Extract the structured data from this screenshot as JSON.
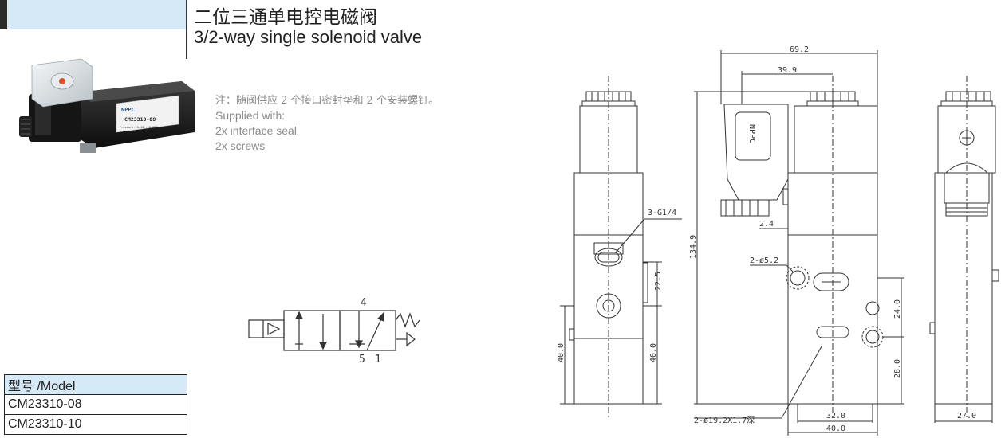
{
  "title": {
    "cn": "二位三通单电控电磁阀",
    "en": "3/2-way single solenoid valve"
  },
  "notes": {
    "cn": "注：随阀供应 2 个接口密封垫和 2 个安装螺钉。",
    "lines": [
      "Supplied with:",
      "2x interface seal",
      "2x screws"
    ]
  },
  "product": {
    "brand": "NPPC",
    "label_model": "CM23310-08",
    "label_sub": "Pressure: 0.15 - 0.8MPa"
  },
  "model_table": {
    "header": "型号 /Model",
    "rows": [
      "CM23310-08",
      "CM23310-10"
    ]
  },
  "symbol": {
    "port_top": "4",
    "port_bottom_left": "5",
    "port_bottom_right": "1"
  },
  "dimensions": {
    "d_69_2": "69.2",
    "d_39_9": "39.9",
    "d_134_9": "134.9",
    "d_3g14": "3-G1/4",
    "d_22_5": "22.5",
    "d_40_left": "40.0",
    "d_40_mid": "40.0",
    "d_2_4": "2.4",
    "d_2phi52": "2-ø5.2",
    "d_24": "24.0",
    "d_28": "28.0",
    "d_2phi192": "2-ø19.2X1.7深",
    "d_32": "32.0",
    "d_40_bottom": "40.0",
    "d_27": "27.0"
  },
  "colors": {
    "accent_band": "#d6e9f6",
    "line": "#333333"
  }
}
